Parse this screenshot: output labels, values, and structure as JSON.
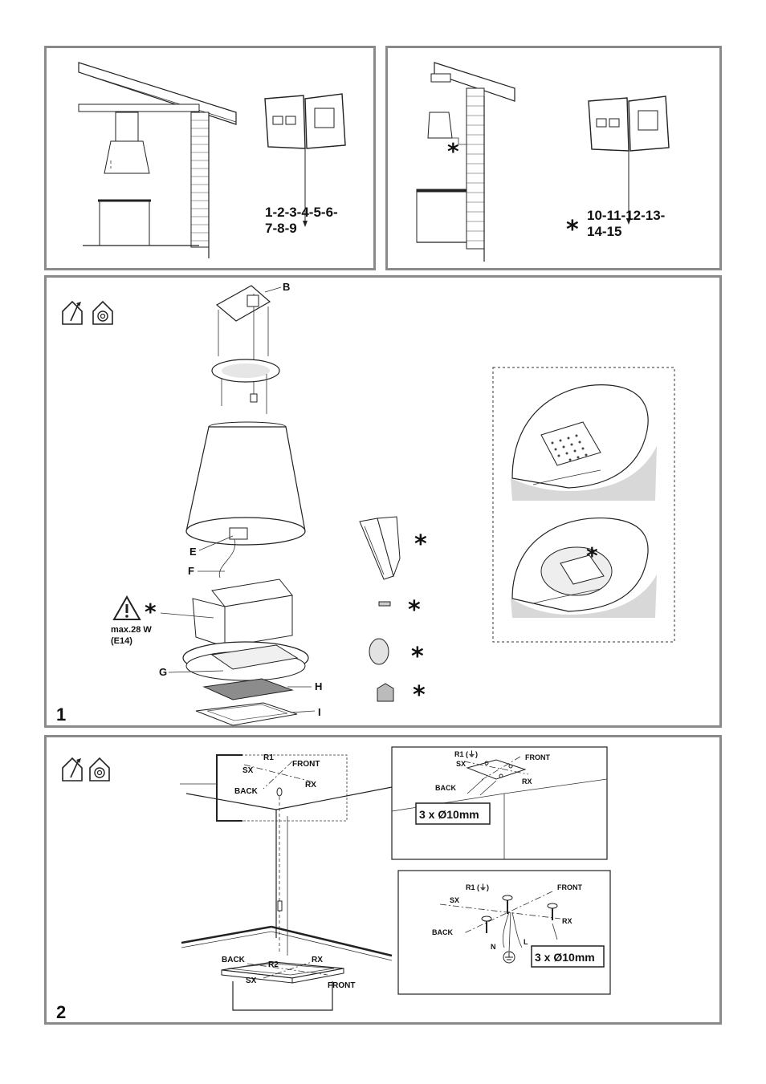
{
  "panel_a": {
    "pages": "1-2-3-4-5-6-\n7-8-9",
    "pages_line1": "1-2-3-4-5-6-",
    "pages_line2": "7-8-9"
  },
  "panel_b": {
    "asterisk": "*",
    "pages_line1": "10-11-12-13-",
    "pages_line2": "14-15"
  },
  "panel_1": {
    "step_number": "1",
    "labels": {
      "B": "B",
      "E": "E",
      "F": "F",
      "G": "G",
      "H": "H",
      "I": "I"
    },
    "bulb_warning_line1": "max.28 W",
    "bulb_warning_line2": "(E14)",
    "asterisk": "*",
    "icons": [
      "ducted-mode-icon",
      "recirculation-mode-icon"
    ]
  },
  "panel_2": {
    "step_number": "2",
    "ceiling_labels": {
      "r1": "R1",
      "sx": "SX",
      "front": "FRONT",
      "rx": "RX",
      "back": "BACK"
    },
    "floor_labels": {
      "back": "BACK",
      "r2": "R2",
      "rx": "RX",
      "sx": "SX",
      "front": "FRONT"
    },
    "detail1": {
      "r1": "R1 (⏚)",
      "sx": "SX",
      "front": "FRONT",
      "back": "BACK",
      "rx": "RX",
      "holes": "3 x Ø10mm"
    },
    "detail2": {
      "r1": "R1 (⏚)",
      "sx": "SX",
      "front": "FRONT",
      "back": "BACK",
      "rx": "RX",
      "n": "N",
      "l": "L",
      "holes": "3 x Ø10mm"
    }
  }
}
